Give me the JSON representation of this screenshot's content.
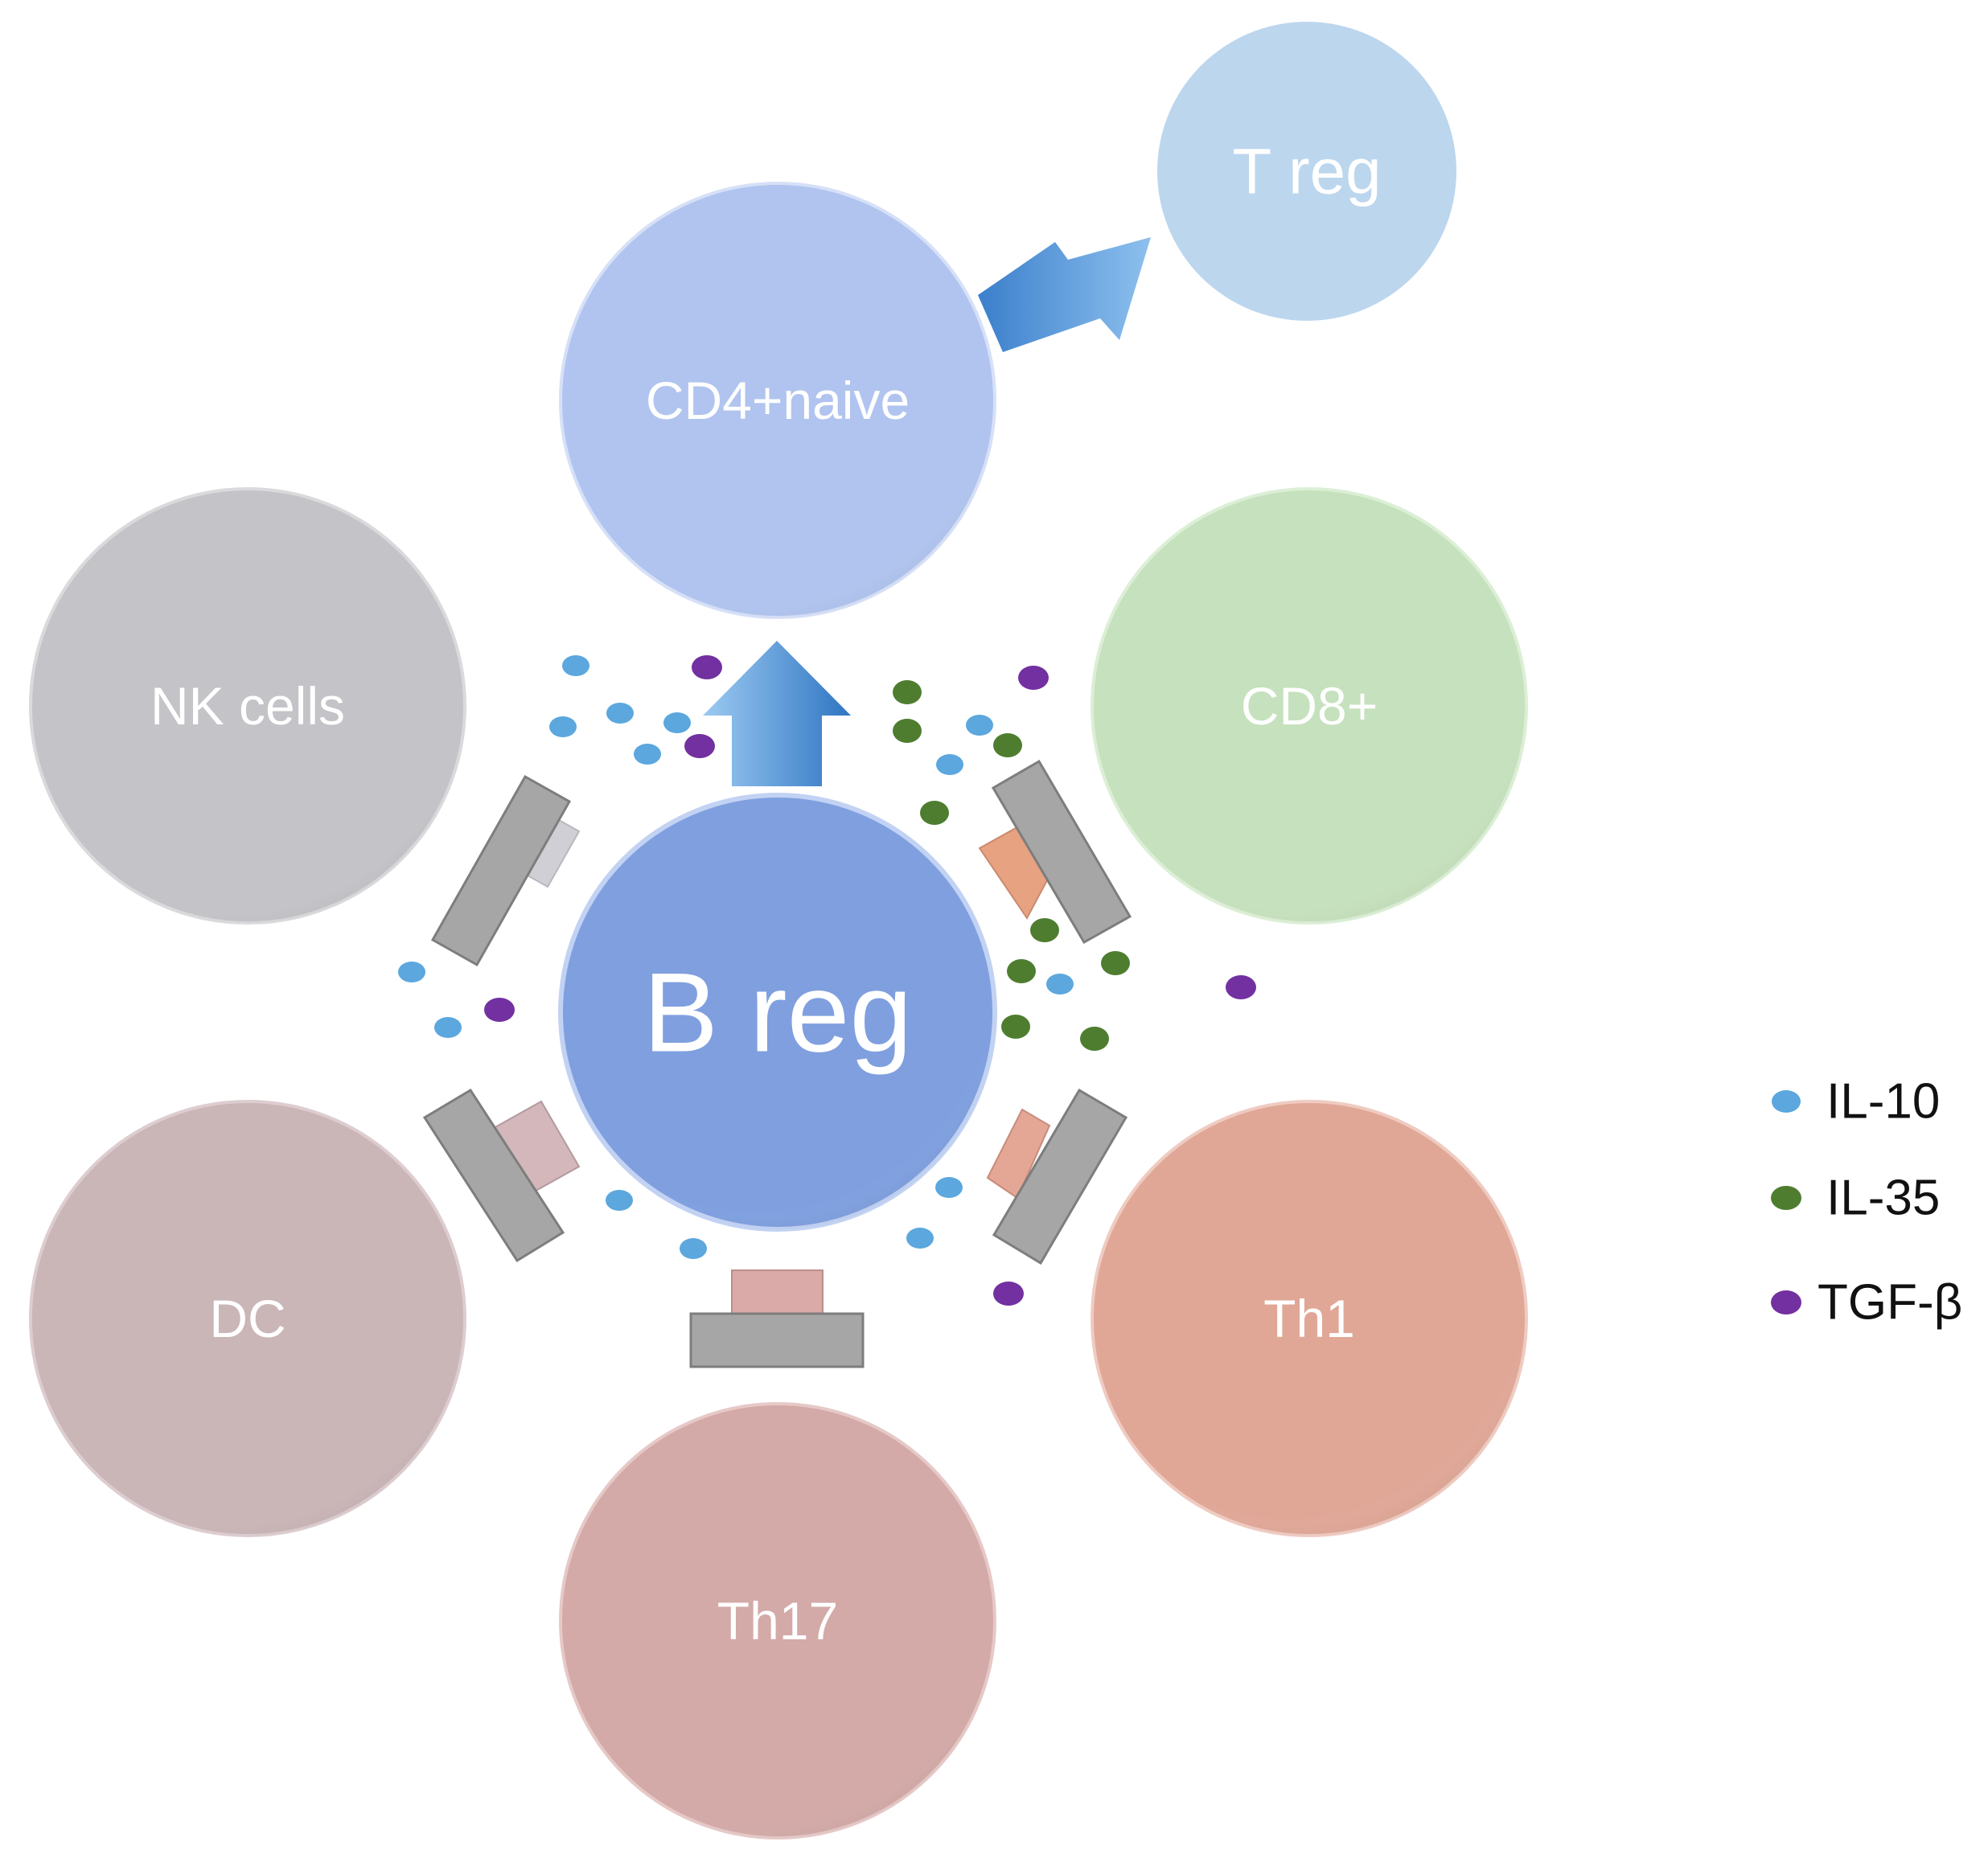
{
  "diagram": {
    "cells": {
      "b_reg": {
        "label": "B reg",
        "color": "#7f9fdf"
      },
      "cd4_naive": {
        "label": "CD4+naive",
        "color": "#b0c4ef"
      },
      "t_reg": {
        "label": "T reg",
        "color": "#bcd6ee"
      },
      "nk_cells": {
        "label": "NK cells",
        "color": "#c4c4c8"
      },
      "cd8": {
        "label": "CD8+",
        "color": "#c6e1bd"
      },
      "dc": {
        "label": "DC",
        "color": "#cab5b7"
      },
      "th1": {
        "label": "Th1",
        "color": "#e0a797"
      },
      "th17": {
        "label": "Th17",
        "color": "#d3aaa8"
      }
    },
    "receptor_color": "#a6a6a6",
    "arrow_color": "#4a8fd6"
  },
  "legend": [
    {
      "label": "IL-10",
      "color": "#5ba7de",
      "icon": "blue-dot-icon"
    },
    {
      "label": "IL-35",
      "color": "#4e7d2f",
      "icon": "green-dot-icon"
    },
    {
      "label": "TGF-β",
      "color": "#7230a0",
      "icon": "purple-dot-icon"
    }
  ]
}
